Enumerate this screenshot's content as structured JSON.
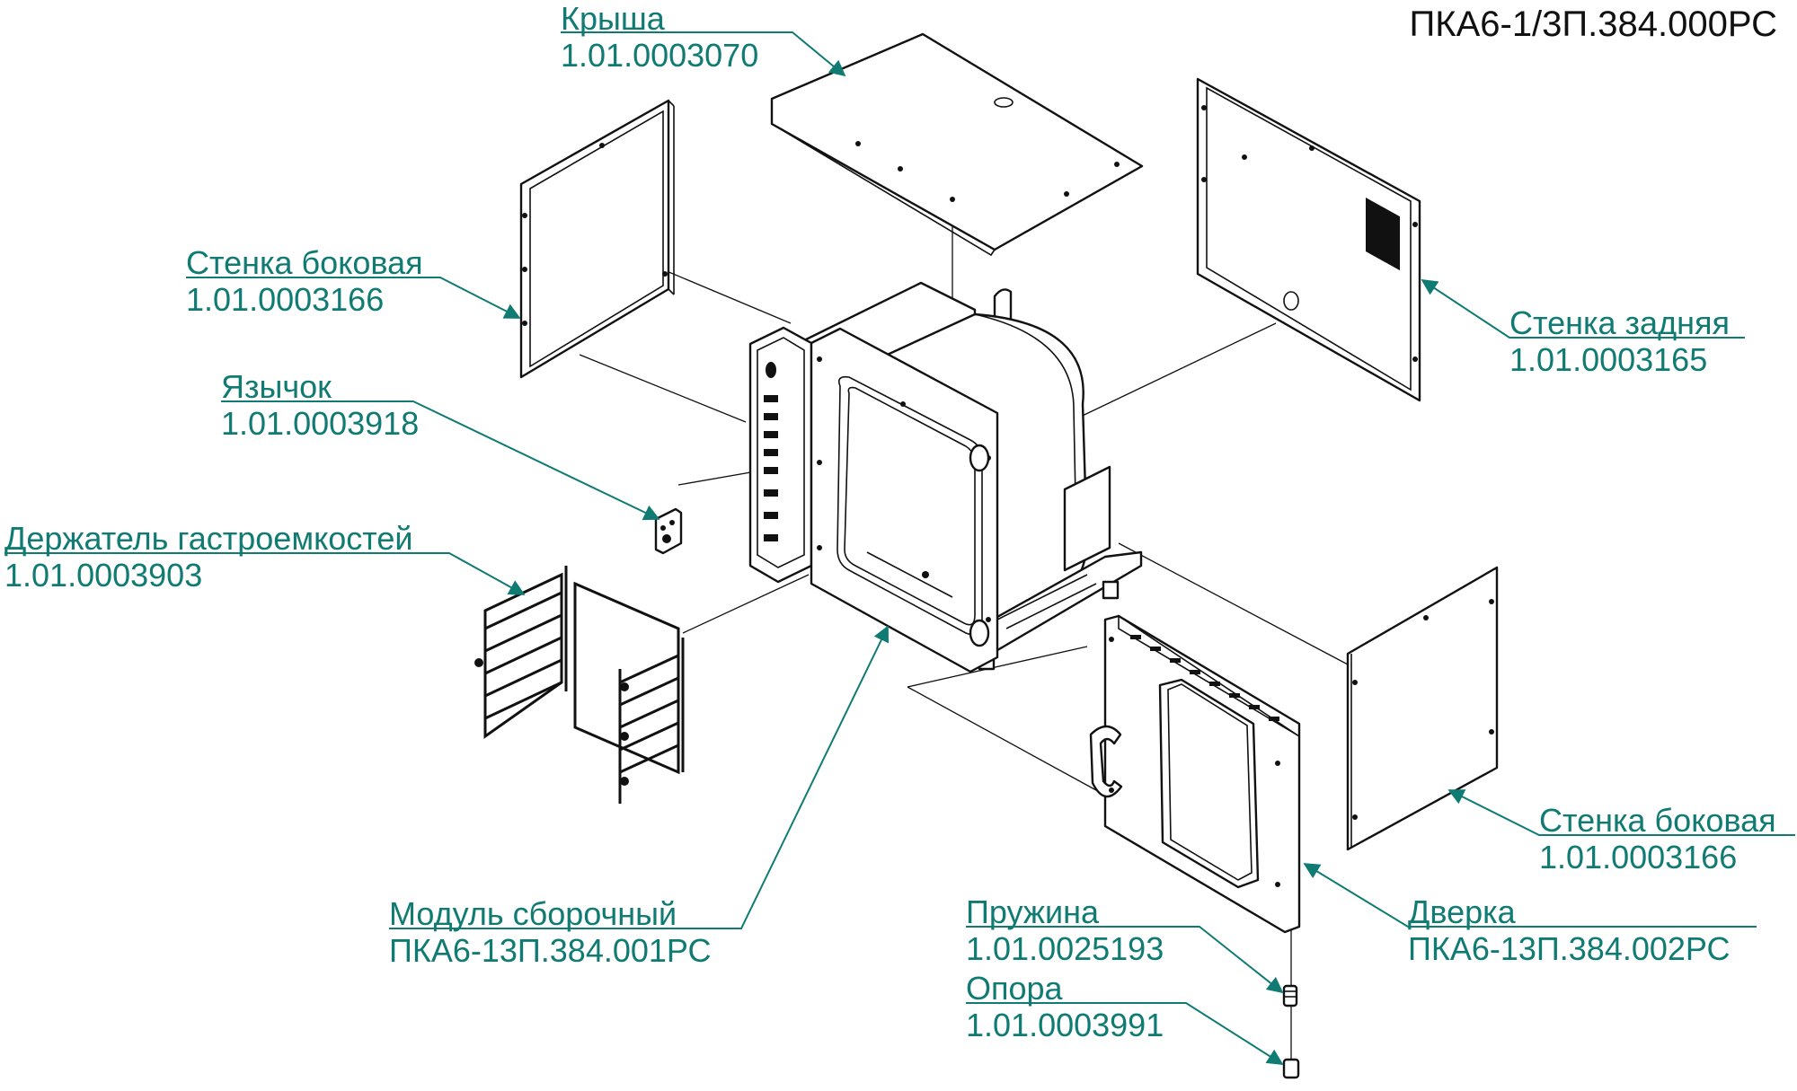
{
  "doc_code": "ПКА6-1/3П.384.000РС",
  "colors": {
    "accent": "#0f7b73",
    "line": "#111111"
  },
  "labels": {
    "roof": {
      "name": "Крыша",
      "code": "1.01.0003070"
    },
    "side_wall_left": {
      "name": "Стенка боковая",
      "code": "1.01.0003166"
    },
    "tongue": {
      "name": "Язычок",
      "code": "1.01.0003918"
    },
    "holder": {
      "name": "Держатель гастроемкостей",
      "code": "1.01.0003903"
    },
    "rear_wall": {
      "name": "Стенка задняя",
      "code": "1.01.0003165"
    },
    "side_wall_right": {
      "name": "Стенка боковая",
      "code": "1.01.0003166"
    },
    "module": {
      "name": "Модуль сборочный",
      "code": "ПКА6-13П.384.001РС"
    },
    "door": {
      "name": "Дверка",
      "code": "ПКА6-13П.384.002РС"
    },
    "spring": {
      "name": "Пружина",
      "code": "1.01.0025193"
    },
    "support": {
      "name": "Опора",
      "code": "1.01.0003991"
    }
  }
}
